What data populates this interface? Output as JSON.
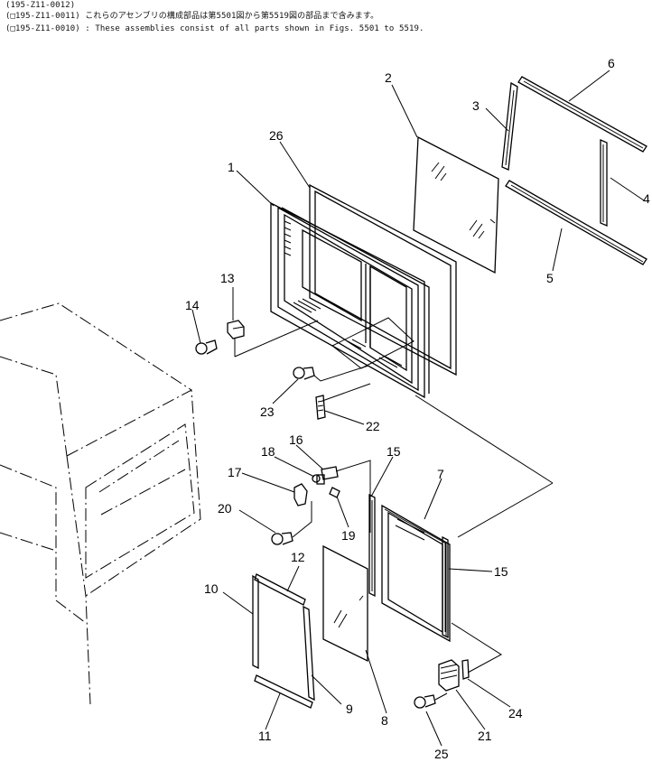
{
  "header": {
    "line1": "(195-Z11-0012)",
    "line2": "(□195-Z11-0011)  これらのアセンブリの構成部品は第5501図から第5519図の部品まで含みます。",
    "line3": "(□195-Z11-0010) : These assemblies consist of all parts shown in Figs. 5501 to 5519."
  },
  "callouts": {
    "c1": "1",
    "c2": "2",
    "c3": "3",
    "c4": "4",
    "c5": "5",
    "c6": "6",
    "c7": "7",
    "c8": "8",
    "c9": "9",
    "c10": "10",
    "c11": "11",
    "c12": "12",
    "c13": "13",
    "c14": "14",
    "c15a": "15",
    "c15b": "15",
    "c16": "16",
    "c17": "17",
    "c18": "18",
    "c19": "19",
    "c20": "20",
    "c21": "21",
    "c22": "22",
    "c23": "23",
    "c24": "24",
    "c25": "25",
    "c26": "26"
  }
}
